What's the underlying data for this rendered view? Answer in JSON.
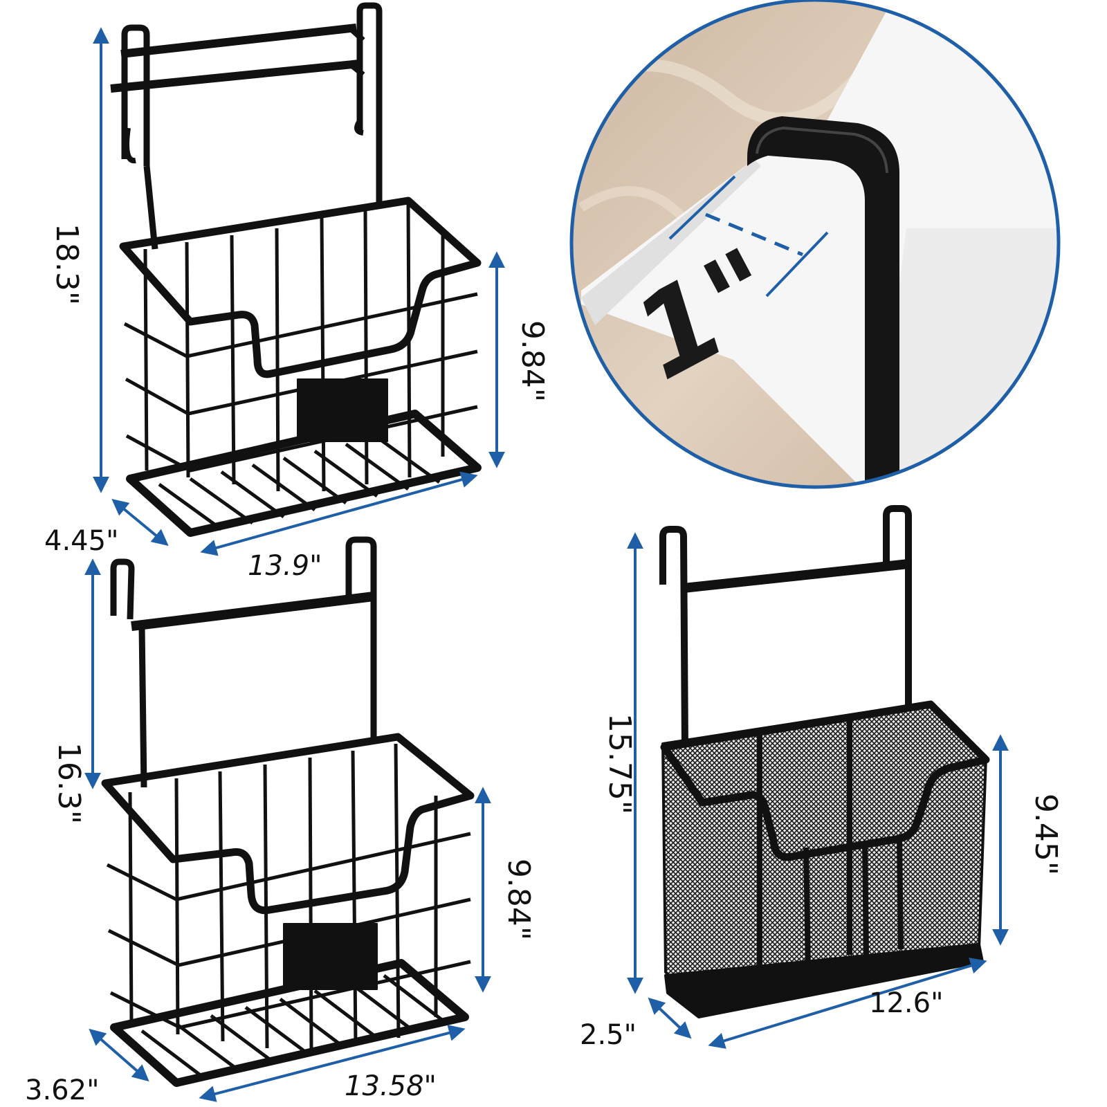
{
  "colors": {
    "dimension_line": "#1f5fa8",
    "wire": "#111111",
    "marble": "#d9c6b1",
    "door": "#f4f4f4"
  },
  "product_1": {
    "height": "18.3\"",
    "basket_height": "9.84\"",
    "depth": "4.45\"",
    "width": "13.9\""
  },
  "product_2": {
    "height": "16.3\"",
    "basket_height": "9.84\"",
    "depth": "3.62\"",
    "width": "13.58\""
  },
  "product_3": {
    "height": "15.75\"",
    "basket_height": "9.45\"",
    "depth": "2.5\"",
    "width": "12.6\""
  },
  "detail": {
    "door_thickness": "1\""
  }
}
